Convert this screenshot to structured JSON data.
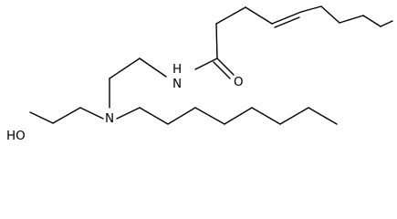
{
  "molecule": {
    "atoms": {
      "ho": "HO",
      "n": "N",
      "nh": "H\nN",
      "o": "O"
    }
  },
  "colors": {
    "bond": "#000000",
    "background": "#ffffff"
  }
}
